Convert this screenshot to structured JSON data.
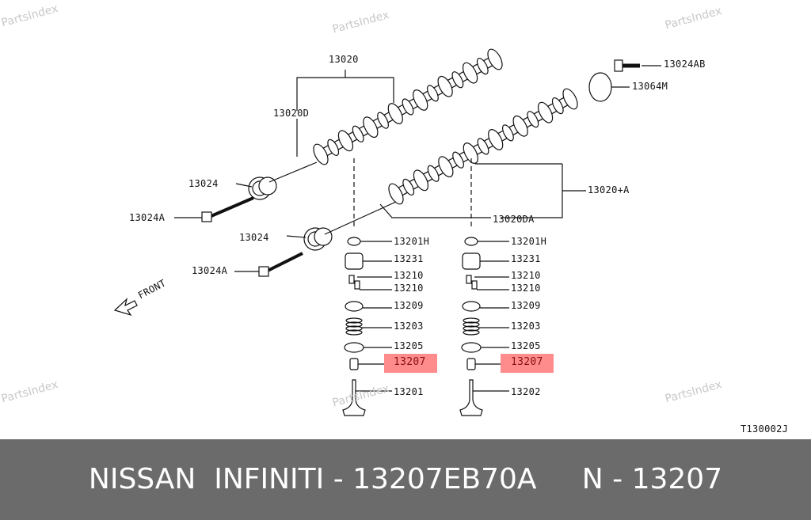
{
  "watermark": "PartsIndex",
  "labels": {
    "camshaft": "13020",
    "camshaft_dowel": "13020D",
    "bolt_ab": "13024AB",
    "sensor_plate": "13064M",
    "sprocket_1": "13024",
    "bolt_1": "13024A",
    "camshaft_a": "13020+A",
    "camshaft_dowel_a": "13020DA",
    "sprocket_2": "13024",
    "bolt_2": "13024A",
    "front": "FRONT",
    "diagram_code": "T130002J"
  },
  "left_column": [
    "13201H",
    "13231",
    "13210",
    "13210",
    "13209",
    "13203",
    "13205",
    "13207",
    "13201"
  ],
  "right_column": [
    "13201H",
    "13231",
    "13210",
    "13210",
    "13209",
    "13203",
    "13205",
    "13207",
    "13202"
  ],
  "highlight_color": "#ff8c8c",
  "footer": {
    "text": "NISSAN  INFINITI - 13207EB70A     N - 13207"
  }
}
